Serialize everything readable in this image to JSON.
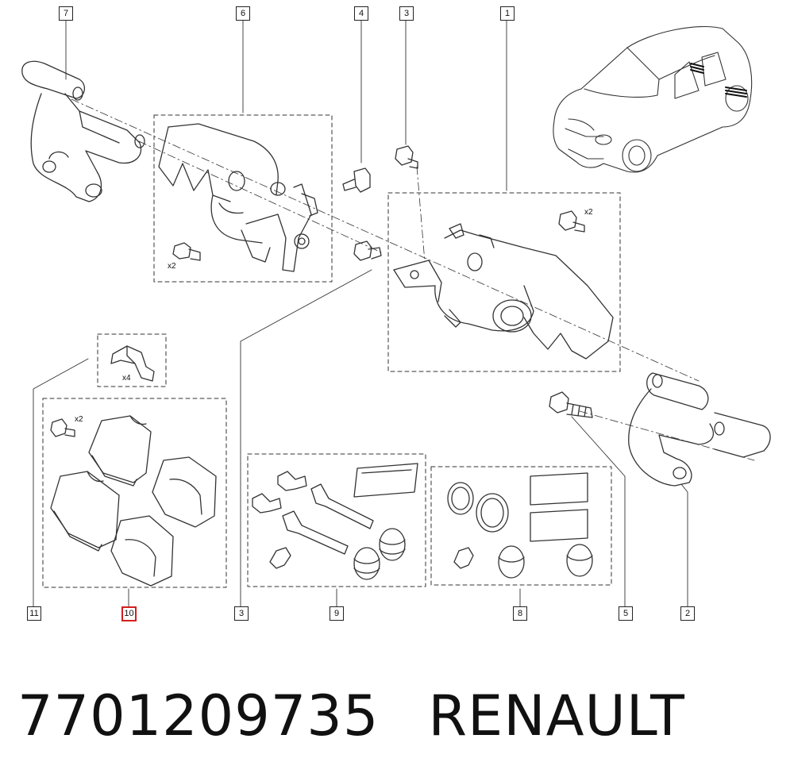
{
  "callouts": [
    {
      "id": "c1",
      "label": "1"
    },
    {
      "id": "c2",
      "label": "2"
    },
    {
      "id": "c3a",
      "label": "3"
    },
    {
      "id": "c3b",
      "label": "3"
    },
    {
      "id": "c4",
      "label": "4"
    },
    {
      "id": "c5",
      "label": "5"
    },
    {
      "id": "c6",
      "label": "6"
    },
    {
      "id": "c7",
      "label": "7"
    },
    {
      "id": "c8",
      "label": "8"
    },
    {
      "id": "c9",
      "label": "9"
    },
    {
      "id": "c10",
      "label": "10",
      "highlighted": true
    },
    {
      "id": "c11",
      "label": "11"
    }
  ],
  "quantities": {
    "caliper_bolt": "x2",
    "carrier_bolt": "x2",
    "pad_bolt": "x2",
    "clip": "x4"
  },
  "footer": {
    "part_number": "7701209735",
    "brand": "RENAULT"
  },
  "colors": {
    "line": "#333333",
    "highlight": "#d41e1e",
    "background": "#ffffff"
  }
}
